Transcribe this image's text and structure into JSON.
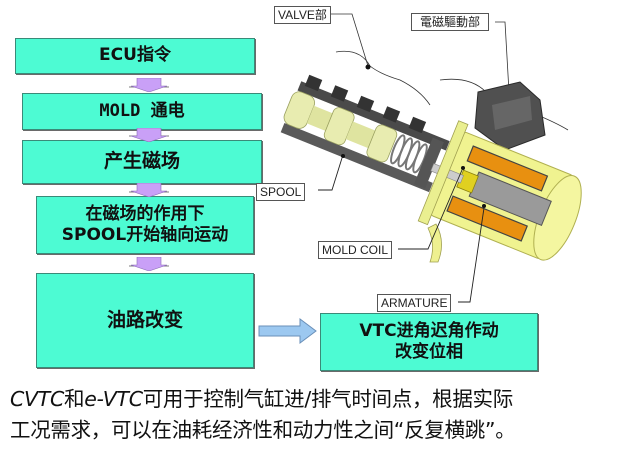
{
  "flowchart": {
    "steps": [
      {
        "label": "ECU指令"
      },
      {
        "label": "MOLD 通电"
      },
      {
        "label": "产生磁场"
      },
      {
        "label_line1": "在磁场的作用下",
        "label_line2": "SPOOL开始轴向运动"
      },
      {
        "label": "油路改变"
      }
    ],
    "result": {
      "label_line1": "VTC进角迟角作动",
      "label_line2": "改变位相"
    },
    "colors": {
      "box_fill": "#4dfbd3",
      "down_arrow": "#c9a0f7",
      "right_arrow": "#9cc8f0"
    }
  },
  "illustration": {
    "callouts": {
      "valve": "VALVE部",
      "solenoid": "電磁驅動部",
      "spool": "SPOOL",
      "mold_coil": "MOLD COIL",
      "armature": "ARMATURE"
    }
  },
  "caption": {
    "line1_prefix": "CVTC",
    "line1_and": "和",
    "line1_evtc": "e-VTC",
    "line1_rest": "可用于控制气缸进/排气时间点，根据实际",
    "line2": "工况需求，可以在油耗经济性和动力性之间“反复横跳”。"
  }
}
